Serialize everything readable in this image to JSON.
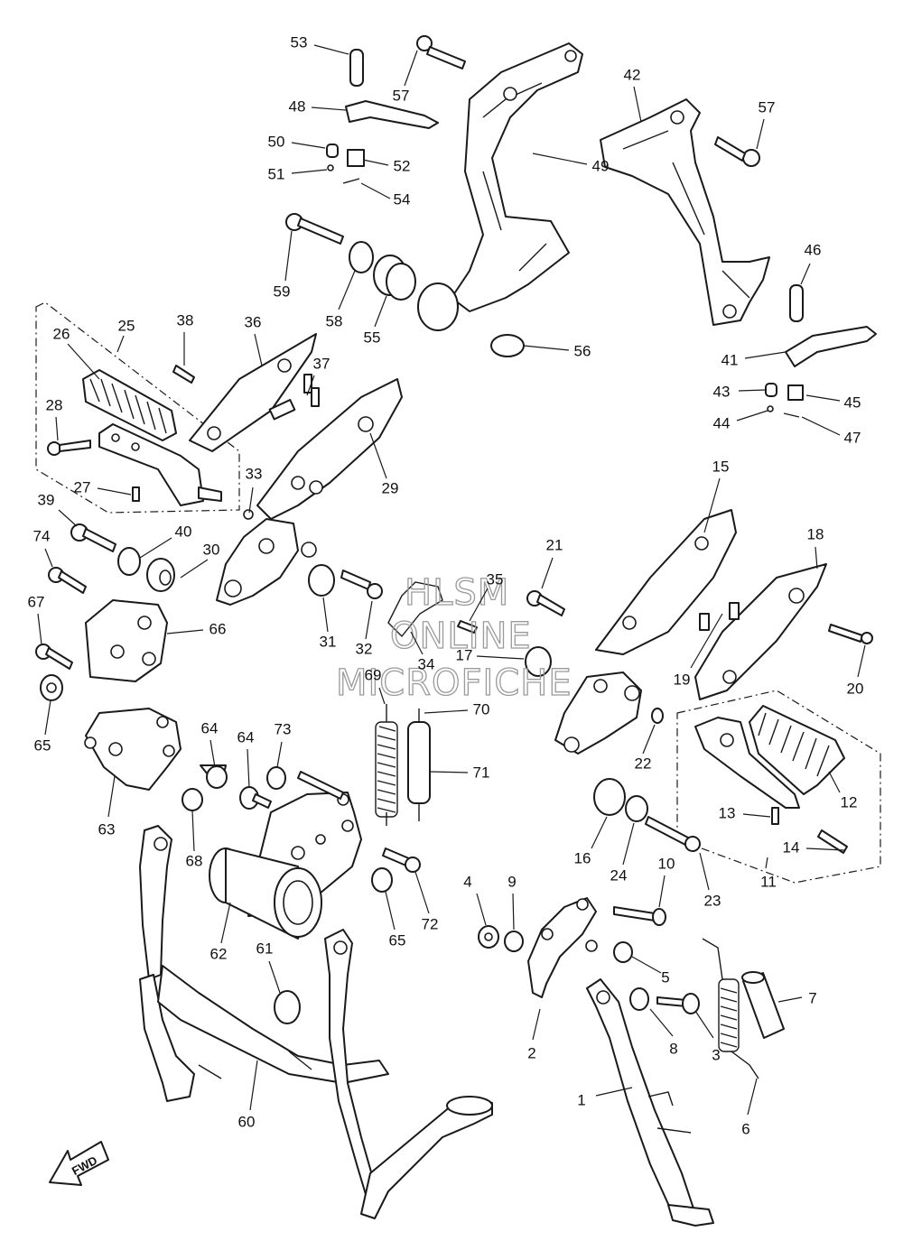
{
  "watermark": [
    "HLSM",
    "ONLINE",
    "MICROFICHE"
  ],
  "fwd_label": "FWD",
  "callouts": [
    "1",
    "2",
    "3",
    "4",
    "5",
    "6",
    "7",
    "8",
    "9",
    "10",
    "11",
    "12",
    "13",
    "14",
    "15",
    "16",
    "17",
    "18",
    "19",
    "20",
    "21",
    "22",
    "23",
    "24",
    "25",
    "26",
    "27",
    "28",
    "29",
    "30",
    "31",
    "32",
    "33",
    "34",
    "35",
    "36",
    "37",
    "38",
    "39",
    "40",
    "41",
    "42",
    "43",
    "44",
    "45",
    "46",
    "47",
    "48",
    "49",
    "50",
    "51",
    "52",
    "53",
    "54",
    "55",
    "56",
    "57",
    "57",
    "58",
    "59",
    "60",
    "61",
    "62",
    "63",
    "64",
    "64",
    "65",
    "65",
    "66",
    "67",
    "68",
    "69",
    "70",
    "71",
    "72",
    "73",
    "74"
  ]
}
